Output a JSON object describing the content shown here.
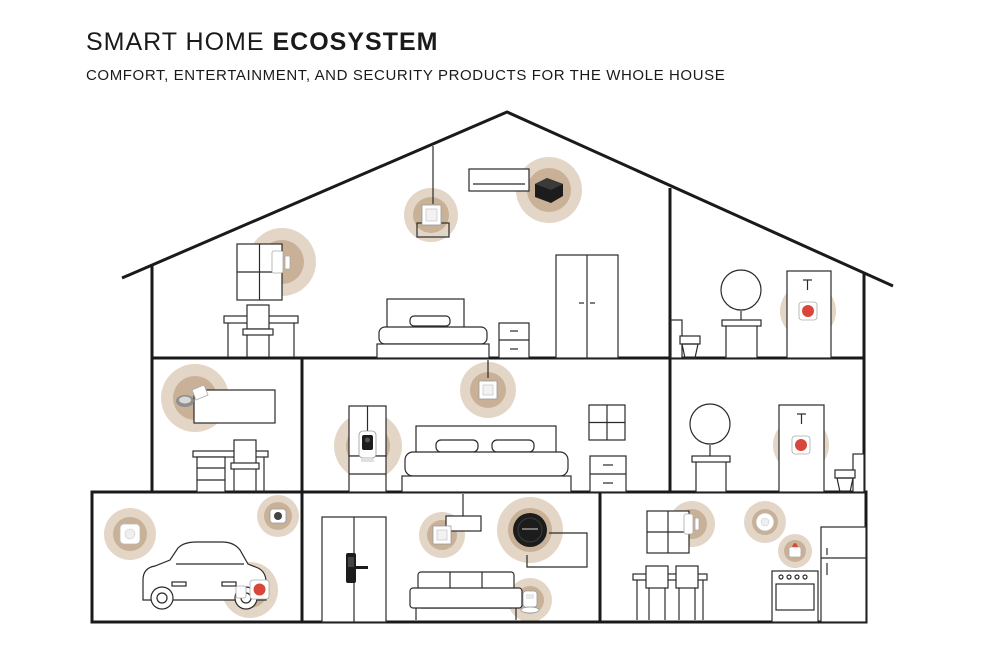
{
  "title": {
    "light": "SMART HOME",
    "bold": "ECOSYSTEM"
  },
  "subtitle": "COMFORT, ENTERTAINMENT, AND SECURITY PRODUCTS FOR THE WHOLE HOUSE",
  "colors": {
    "line": "#1a1a1a",
    "halo_outer": "#e4d6c6",
    "halo_inner": "#c9b198",
    "device_dark": "#1c1c1c",
    "alert_red": "#d9463a"
  },
  "devices": [
    {
      "id": "ceiling-light-attic",
      "icon": "smart-light-switch-icon"
    },
    {
      "id": "ir-blaster-attic",
      "icon": "ir-hub-icon"
    },
    {
      "id": "window-sensor-attic",
      "icon": "door-window-sensor-icon"
    },
    {
      "id": "panic-button-bath-top",
      "icon": "sos-button-icon"
    },
    {
      "id": "motion-sensor-office",
      "icon": "motion-sensor-icon"
    },
    {
      "id": "light-switch-bedroom",
      "icon": "smart-light-switch-icon"
    },
    {
      "id": "indoor-camera-bedroom",
      "icon": "camera-icon"
    },
    {
      "id": "panic-button-bath-mid",
      "icon": "sos-button-icon"
    },
    {
      "id": "smoke-detector-garage",
      "icon": "smoke-detector-icon"
    },
    {
      "id": "outdoor-camera-garage",
      "icon": "outdoor-camera-icon"
    },
    {
      "id": "sos-button-garage",
      "icon": "sos-button-icon"
    },
    {
      "id": "light-switch-living",
      "icon": "smart-light-switch-icon"
    },
    {
      "id": "robot-vacuum-living",
      "icon": "robot-vacuum-icon"
    },
    {
      "id": "smart-lock-living",
      "icon": "smart-lock-icon"
    },
    {
      "id": "pet-feeder-living",
      "icon": "pet-feeder-icon"
    },
    {
      "id": "window-sensor-kitchen",
      "icon": "door-window-sensor-icon"
    },
    {
      "id": "smoke-detector-kitchen",
      "icon": "smoke-detector-icon"
    },
    {
      "id": "siren-kitchen",
      "icon": "siren-icon"
    }
  ]
}
